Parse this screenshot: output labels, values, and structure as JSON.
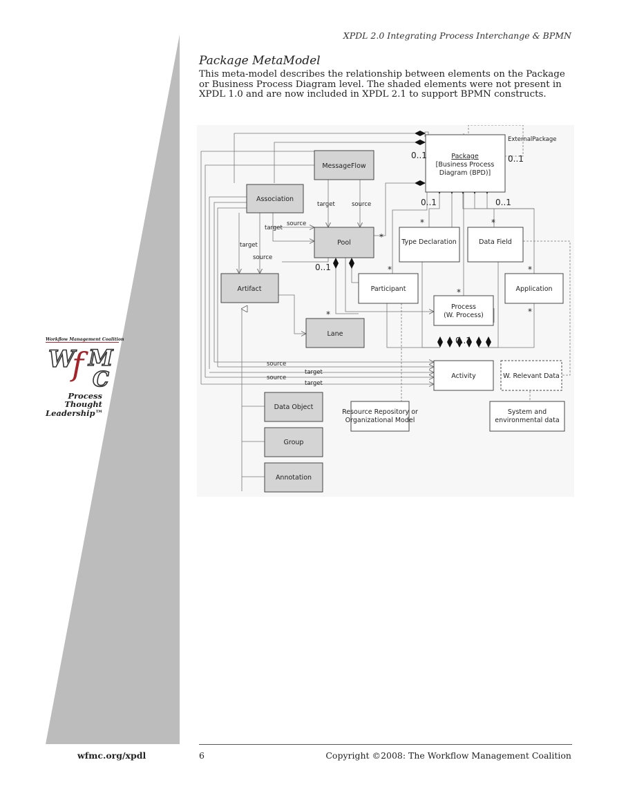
{
  "header": {
    "title": "XPDL 2.0 Integrating Process Interchange & BPMN"
  },
  "section": {
    "title": "Package MetaModel",
    "intro_lines": [
      "This meta-model describes the relationship between elements on the Package",
      "or Business Process Diagram level. The shaded elements were not present in",
      "XPDL 1.0 and are now included in XPDL 2.1 to support BPMN constructs."
    ]
  },
  "logo": {
    "org_name": "Workflow Management Coalition",
    "letters": [
      "W",
      "f",
      "M",
      "C"
    ],
    "tagline": [
      "Process",
      "Thought",
      "Leadership™"
    ]
  },
  "diagram": {
    "boxes": {
      "package": [
        "Package",
        "[Business Process",
        "Diagram (BPD)]"
      ],
      "message_flow": "MessageFlow",
      "association": "Association",
      "pool": "Pool",
      "type_declaration": "Type Declaration",
      "data_field": "Data Field",
      "artifact": "Artifact",
      "participant": "Participant",
      "process": [
        "Process",
        "(W. Process)"
      ],
      "application": "Application",
      "lane": "Lane",
      "activity": "Activity",
      "w_relevant_data": "W. Relevant Data",
      "data_object": "Data Object",
      "resource_repository": [
        "Resource Repository or",
        "Organizational Model"
      ],
      "system_data": [
        "System and",
        "environmental data"
      ],
      "group": "Group",
      "annotation": "Annotation"
    },
    "labels": {
      "external_package": "ExternalPackage",
      "target": "target",
      "source": "source",
      "zero_one": "0..1",
      "many": "*"
    }
  },
  "footer": {
    "site": "wfmc.org/xpdl",
    "page_number": "6",
    "copyright": "Copyright ©2008: The Workflow Management Coalition"
  }
}
